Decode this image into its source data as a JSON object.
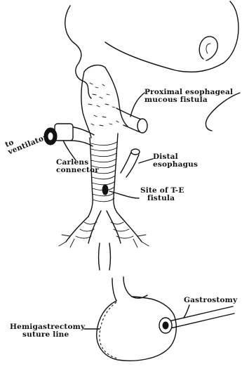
{
  "labels": {
    "proximal_line1": "Proximal esophageal",
    "proximal_line2": "mucous fistula",
    "to_ventilator_line1": "to",
    "to_ventilator_line2": "ventilator",
    "carlens_line1": "Carlens",
    "carlens_line2": "connector",
    "distal_line1": "Distal",
    "distal_line2": "esophagus",
    "site_line1": "Site of T-E",
    "site_line2": "fistula",
    "gastrostomy": "Gastrostomy",
    "hemigastrectomy_line1": "Hemigastrectomy",
    "hemigastrectomy_line2": "suture line"
  }
}
